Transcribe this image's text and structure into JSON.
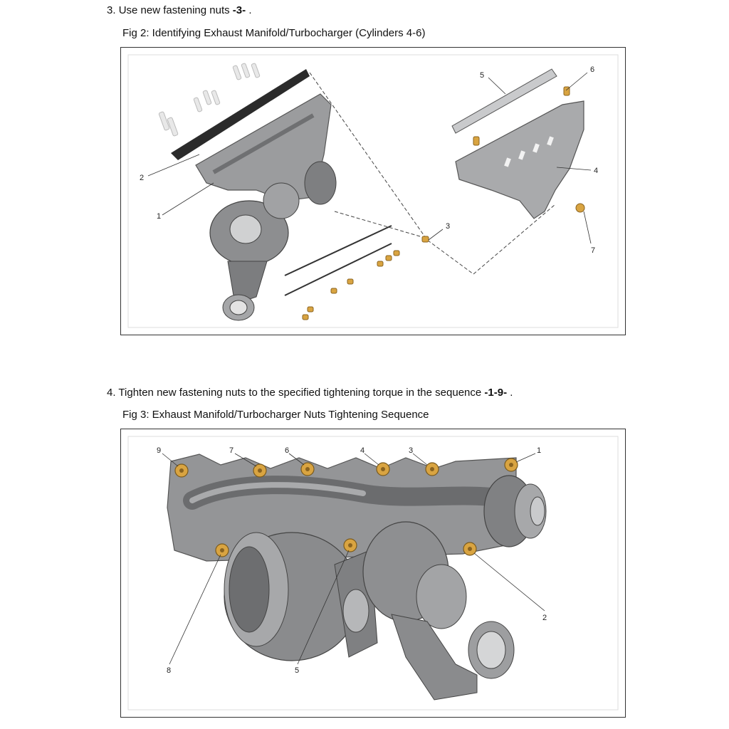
{
  "step3": {
    "number": "3.",
    "text": "Use new fastening nuts",
    "ref": "-3-",
    "end": "."
  },
  "fig2": {
    "caption": "Fig 2: Identifying Exhaust Manifold/Turbocharger (Cylinders 4-6)",
    "callouts": [
      "1",
      "2",
      "3",
      "4",
      "5",
      "6",
      "7"
    ]
  },
  "step4": {
    "number": "4.",
    "text": "Tighten new fastening nuts to the specified tightening torque in the sequence",
    "ref": "-1-9-",
    "end": "."
  },
  "fig3": {
    "caption": "Fig 3: Exhaust Manifold/Turbocharger Nuts Tightening Sequence",
    "callouts": [
      "1",
      "2",
      "3",
      "4",
      "5",
      "6",
      "7",
      "8",
      "9"
    ]
  },
  "colors": {
    "metal": "#8f9092",
    "metal_dark": "#5f6062",
    "metal_light": "#c4c5c6",
    "nut": "#d9a441",
    "frame": "#333333"
  }
}
